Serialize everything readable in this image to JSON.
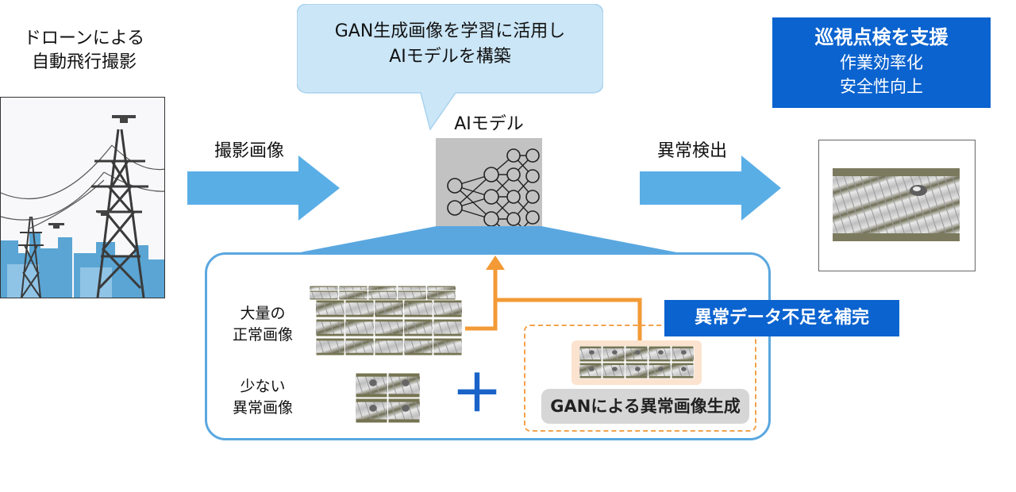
{
  "drone": {
    "line1": "ドローンによる",
    "line2": "自動飛行撮影"
  },
  "bubble": {
    "line1": "GAN生成画像を学習に活用し",
    "line2": "AIモデルを構築"
  },
  "badge": {
    "title": "巡視点検を支援",
    "line1": "作業効率化",
    "line2": "安全性向上"
  },
  "arrow1_label": "撮影画像",
  "ai_model_label": "AIモデル",
  "arrow2_label": "異常検出",
  "panel": {
    "normal_line1": "大量の",
    "normal_line2": "正常画像",
    "few_line1": "少ない",
    "few_line2": "異常画像",
    "gan_label": "GANによる異常画像生成",
    "complement_label": "異常データ不足を補完",
    "plus": "＋"
  },
  "colors": {
    "arrow_blue": "#5aaee6",
    "badge_blue": "#0b63cf",
    "orange": "#f39a36",
    "bubble_blue": "#cbe6f7"
  }
}
